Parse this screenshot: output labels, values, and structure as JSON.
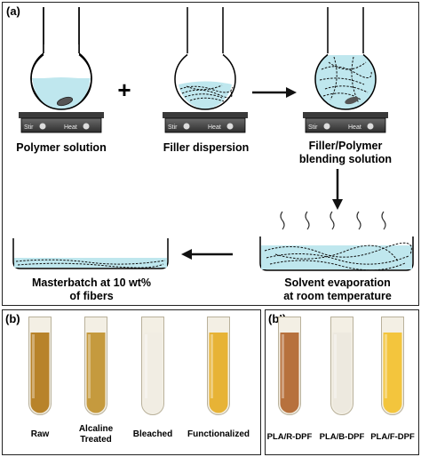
{
  "panel_a": {
    "tag": "(a)",
    "labels": {
      "polymer_solution": "Polymer solution",
      "filler_dispersion": "Filler dispersion",
      "blend_line1": "Filler/Polymer",
      "blend_line2": "blending solution",
      "evap_line1": "Solvent evaporation",
      "evap_line2": "at room temperature",
      "master_line1": "Masterbatch at 10 wt%",
      "master_line2": "of fibers"
    },
    "plus_sign": "+",
    "hotplate": {
      "stir": "Stir",
      "heat": "Heat"
    }
  },
  "panel_b": {
    "tag": "(b)",
    "tubes": [
      {
        "label_line1": "Raw",
        "label_line2": "",
        "fill": "#b8832a"
      },
      {
        "label_line1": "Alcaline",
        "label_line2": "Treated",
        "fill": "#c59a3e"
      },
      {
        "label_line1": "Bleached",
        "label_line2": "",
        "fill": "#f1ede3"
      },
      {
        "label_line1": "Functionalized",
        "label_line2": "",
        "fill": "#e7b336"
      }
    ]
  },
  "panel_b_prime": {
    "tag": "(b’)",
    "tubes": [
      {
        "label": "PLA/R-DPF",
        "fill": "#b7713d"
      },
      {
        "label": "PLA/B-DPF",
        "fill": "#ede9df"
      },
      {
        "label": "PLA/F-DPF",
        "fill": "#f3c53d"
      }
    ]
  },
  "colors": {
    "liquid": "#bfe7ee",
    "arrow": "#111111",
    "tube_glass": "#f3efe4"
  }
}
